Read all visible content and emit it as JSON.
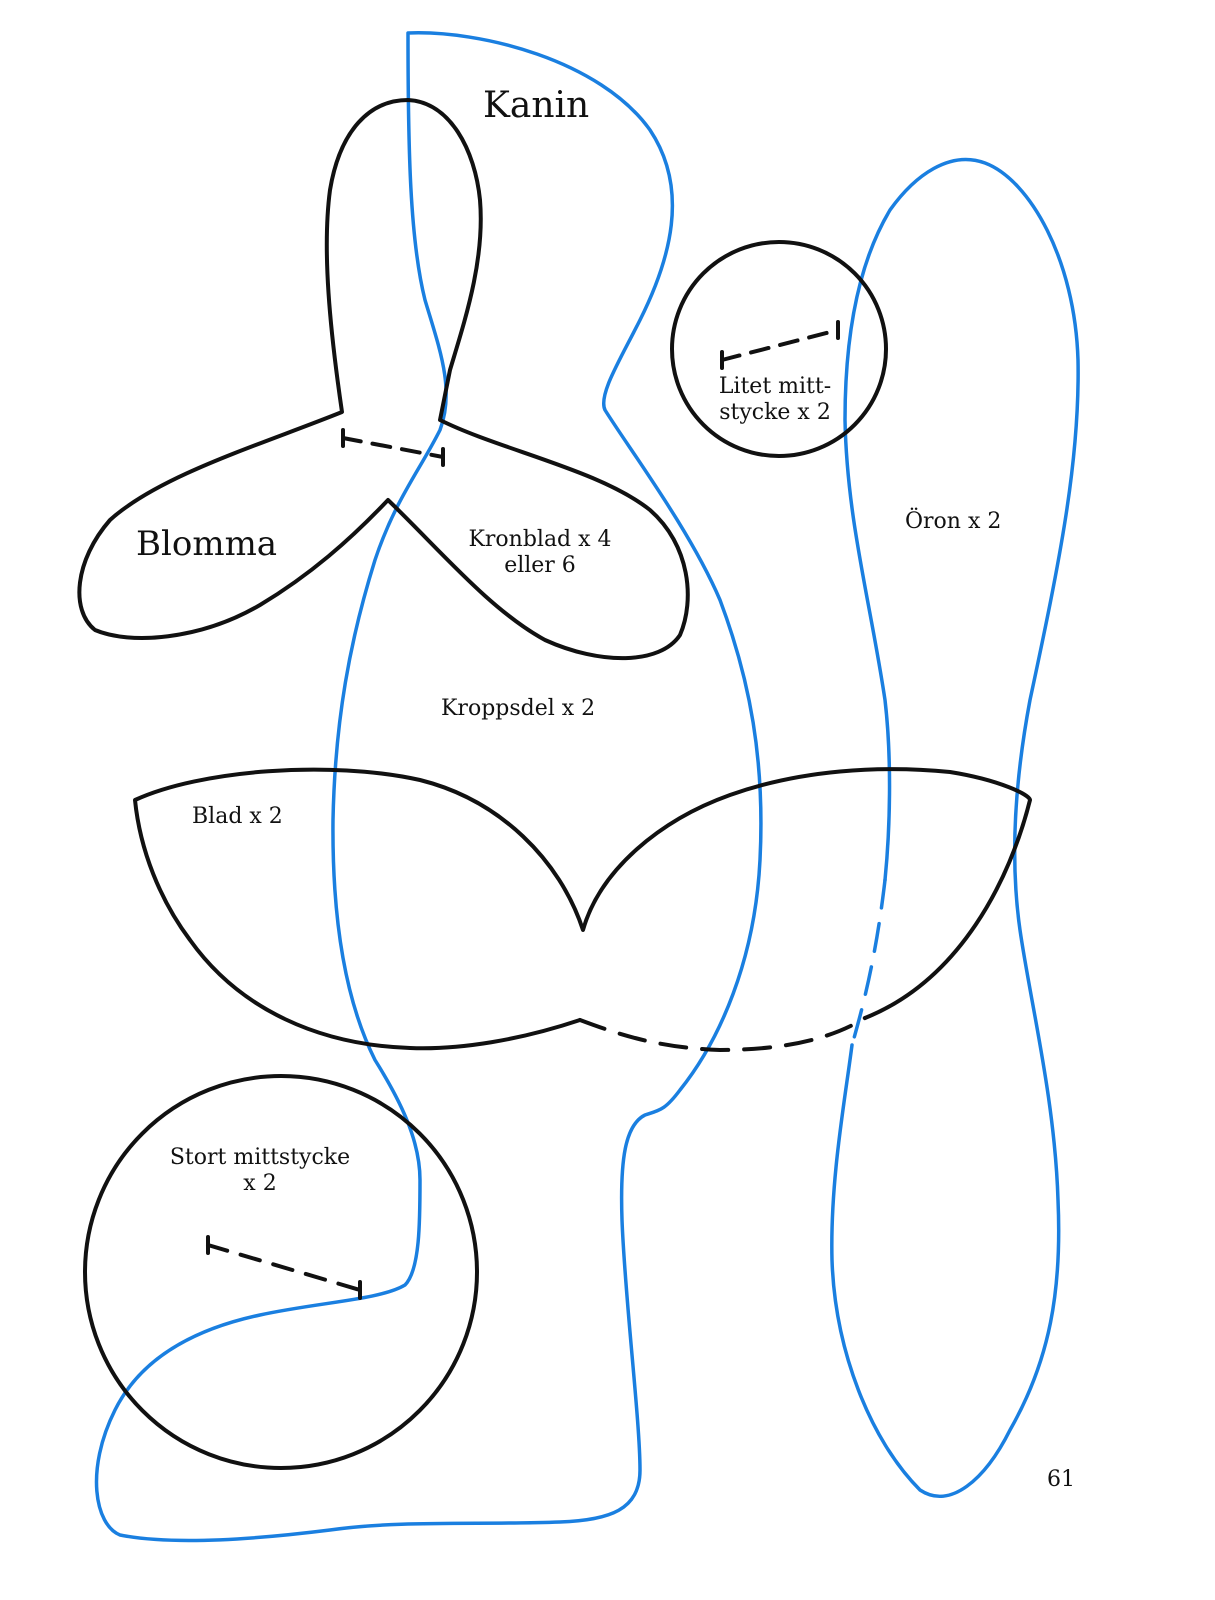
{
  "colors": {
    "outline_black": "#111111",
    "outline_blue": "#1a7fe0"
  },
  "labels": {
    "kanin": "Kanin",
    "blomma": "Blomma",
    "kronblad_1": "Kronblad x 4",
    "kronblad_2": "eller 6",
    "kroppsdel": "Kroppsdel x 2",
    "blad": "Blad x 2",
    "litet_1": "Litet mitt-",
    "litet_2": "stycke x 2",
    "oron": "Öron x 2",
    "stort_1": "Stort mittstycke",
    "stort_2": "x 2"
  },
  "page_number": "61"
}
